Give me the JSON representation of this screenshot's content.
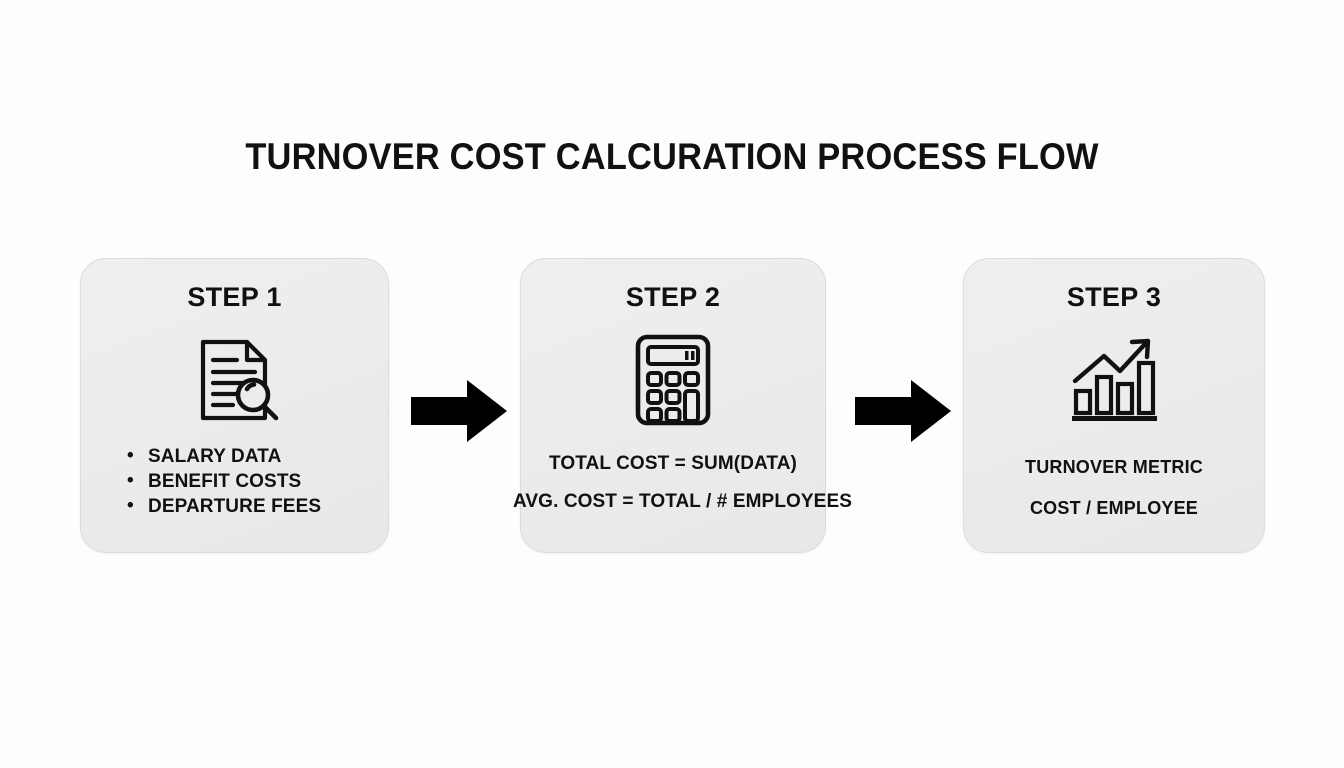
{
  "title": "TURNOVER COST CALCURATION PROCESS FLOW",
  "colors": {
    "background": "#fdfdfd",
    "card_fill": "#ececec",
    "card_border": "#dcdcdc",
    "text": "#111111",
    "arrow": "#000000"
  },
  "steps": [
    {
      "heading": "STEP 1",
      "icon": "document-magnifier-icon",
      "bullets": [
        "SALARY DATA",
        "BENEFIT COSTS",
        "DEPARTURE FEES"
      ]
    },
    {
      "heading": "STEP 2",
      "icon": "calculator-icon",
      "formulas": [
        "TOTAL COST = SUM(DATA)",
        "AVG. COST = TOTAL / # EMPLOYEES"
      ]
    },
    {
      "heading": "STEP 3",
      "icon": "bar-chart-growth-icon",
      "captions": [
        "TURNOVER METRIC",
        "COST / EMPLOYEE"
      ]
    }
  ],
  "connectors": [
    {
      "name": "arrow-step1-to-step2",
      "icon": "arrow-right-icon"
    },
    {
      "name": "arrow-step2-to-step3",
      "icon": "arrow-right-icon"
    }
  ]
}
